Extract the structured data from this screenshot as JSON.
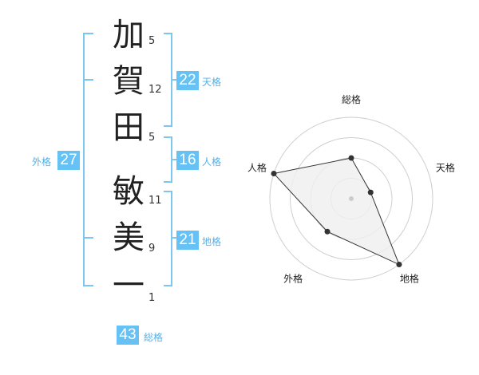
{
  "name_chars": [
    {
      "char": "加",
      "strokes": "5"
    },
    {
      "char": "賀",
      "strokes": "12"
    },
    {
      "char": "田",
      "strokes": "5"
    },
    {
      "char": "敏",
      "strokes": "11"
    },
    {
      "char": "美",
      "strokes": "9"
    },
    {
      "char": "一",
      "strokes": "1"
    }
  ],
  "fortune": {
    "tenkaku": {
      "value": "22",
      "label": "天格"
    },
    "jinkaku": {
      "value": "16",
      "label": "人格"
    },
    "chikaku": {
      "value": "21",
      "label": "地格"
    },
    "gaikaku": {
      "value": "27",
      "label": "外格"
    },
    "soukaku": {
      "value": "43",
      "label": "総格"
    }
  },
  "colors": {
    "accent": "#66c2f5",
    "bracket": "#7cc6f0",
    "radar_fill": "#efefef",
    "ring": "#cfcfcf"
  },
  "chart_data": {
    "type": "radar",
    "axes": [
      "総格",
      "天格",
      "地格",
      "外格",
      "人格"
    ],
    "values": [
      2,
      1,
      4,
      2,
      4
    ],
    "max": 4
  }
}
